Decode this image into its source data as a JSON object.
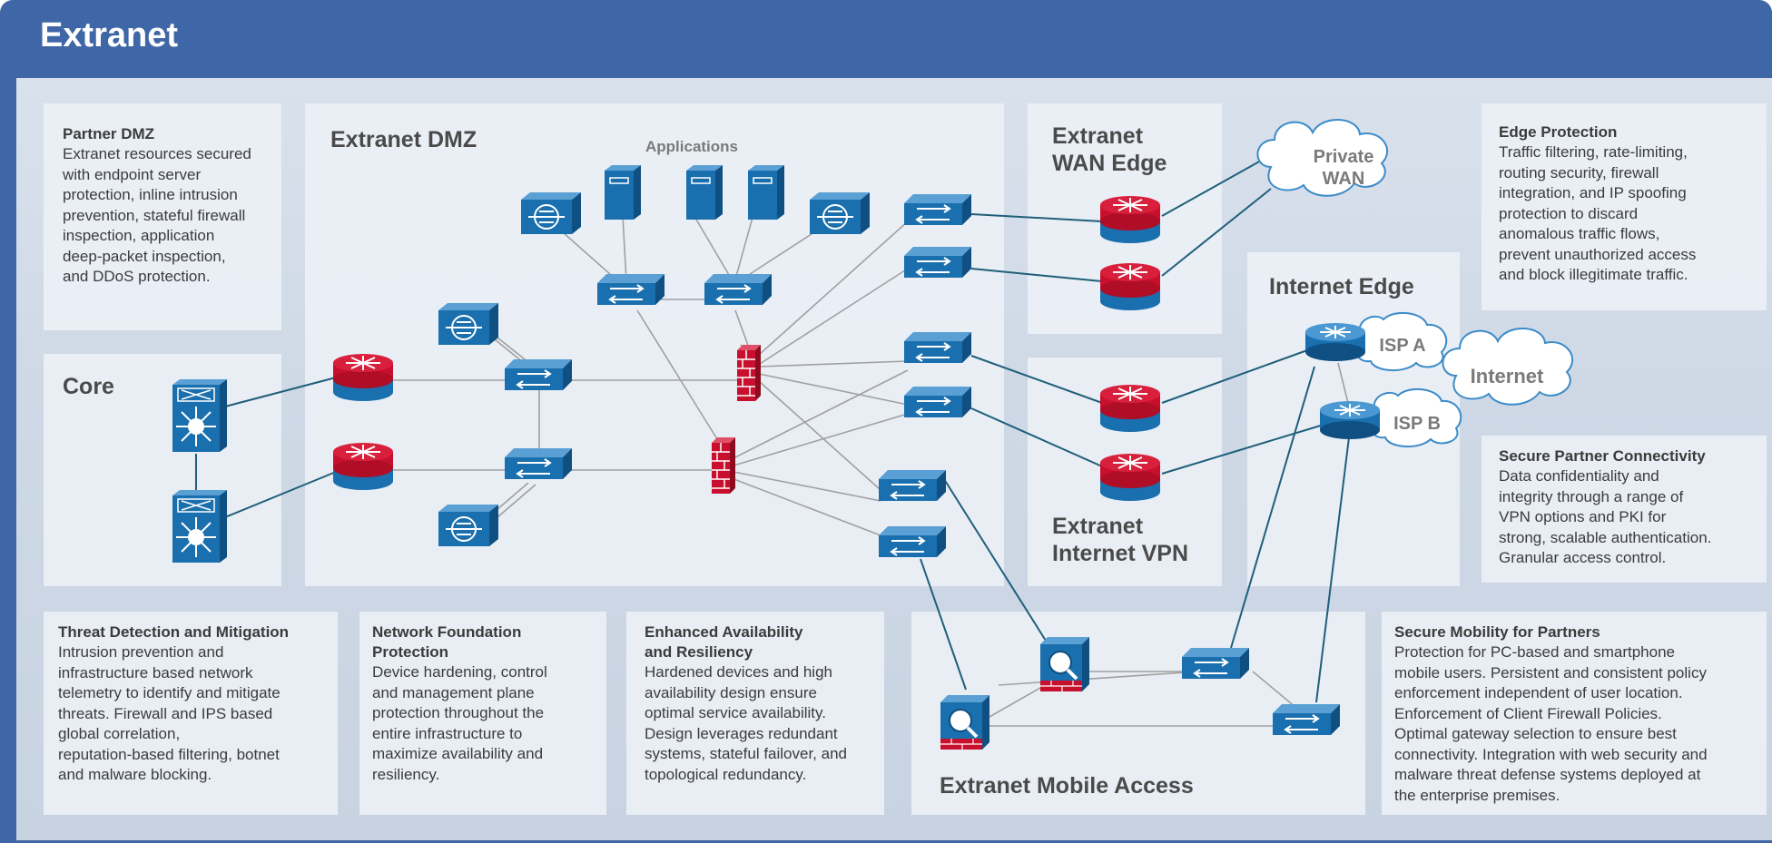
{
  "header": {
    "title": "Extranet"
  },
  "zones": {
    "extranet_dmz": "Extranet DMZ",
    "applications": "Applications",
    "core": "Core",
    "wan_edge_line1": "Extranet",
    "wan_edge_line2": "WAN Edge",
    "internet_vpn_line1": "Extranet",
    "internet_vpn_line2": "Internet VPN",
    "internet_edge": "Internet Edge",
    "mobile_access": "Extranet Mobile Access"
  },
  "clouds": {
    "private_wan_line1": "Private",
    "private_wan_line2": "WAN",
    "internet": "Internet",
    "isp_a": "ISP A",
    "isp_b": "ISP B"
  },
  "descriptions": {
    "partner_dmz": {
      "title": "Partner DMZ",
      "lines": [
        "Extranet resources secured",
        "with endpoint server",
        "protection, inline intrusion",
        "prevention, stateful firewall",
        "inspection, application",
        "deep-packet inspection,",
        "and DDoS protection."
      ]
    },
    "edge_protection": {
      "title": "Edge Protection",
      "lines": [
        "Traffic filtering, rate-limiting,",
        "routing security, firewall",
        "integration, and IP spoofing",
        "protection to discard",
        "anomalous traffic flows,",
        "prevent unauthorized access",
        "and block illegitimate traffic."
      ]
    },
    "secure_partner": {
      "title": "Secure Partner Connectivity",
      "lines": [
        "Data confidentiality and",
        "integrity through a range of",
        "VPN options and PKI for",
        "strong, scalable authentication.",
        "Granular access control."
      ]
    },
    "threat": {
      "title": "Threat Detection and Mitigation",
      "lines": [
        "Intrusion prevention and",
        "infrastructure based network",
        "telemetry to identify and mitigate",
        "threats. Firewall and IPS based",
        "global correlation,",
        "reputation-based filtering, botnet",
        "and malware blocking."
      ]
    },
    "foundation": {
      "title_lines": [
        "Network Foundation",
        "Protection"
      ],
      "lines": [
        "Device hardening, control",
        "and management plane",
        "protection throughout the",
        "entire infrastructure to",
        "maximize availability and",
        "resiliency."
      ]
    },
    "availability": {
      "title_lines": [
        "Enhanced Availability",
        "and Resiliency"
      ],
      "lines": [
        "Hardened devices and high",
        "availability design ensure",
        "optimal service availability.",
        "Design leverages redundant",
        "systems, stateful failover, and",
        "topological redundancy."
      ]
    },
    "mobility": {
      "title": "Secure Mobility for Partners",
      "lines": [
        "Protection for PC-based and smartphone",
        "mobile users. Persistent and consistent policy",
        "enforcement independent of user location.",
        "Enforcement of Client Firewall Policies.",
        "Optimal gateway selection to ensure best",
        "connectivity. Integration with web security and",
        "malware threat defense systems deployed at",
        "the enterprise premises."
      ]
    }
  },
  "colors": {
    "header_bg": "#3f66a6",
    "device_blue": "#1a6fae",
    "router_red": "#c8102e",
    "link_teal": "#1f5f7a",
    "link_gray": "#9a9a9a"
  },
  "icons": [
    "core-switch-icon",
    "router-icon",
    "switch-icon",
    "firewall-icon",
    "server-icon",
    "load-balancer-icon",
    "vpn-concentrator-icon",
    "cloud-icon"
  ]
}
